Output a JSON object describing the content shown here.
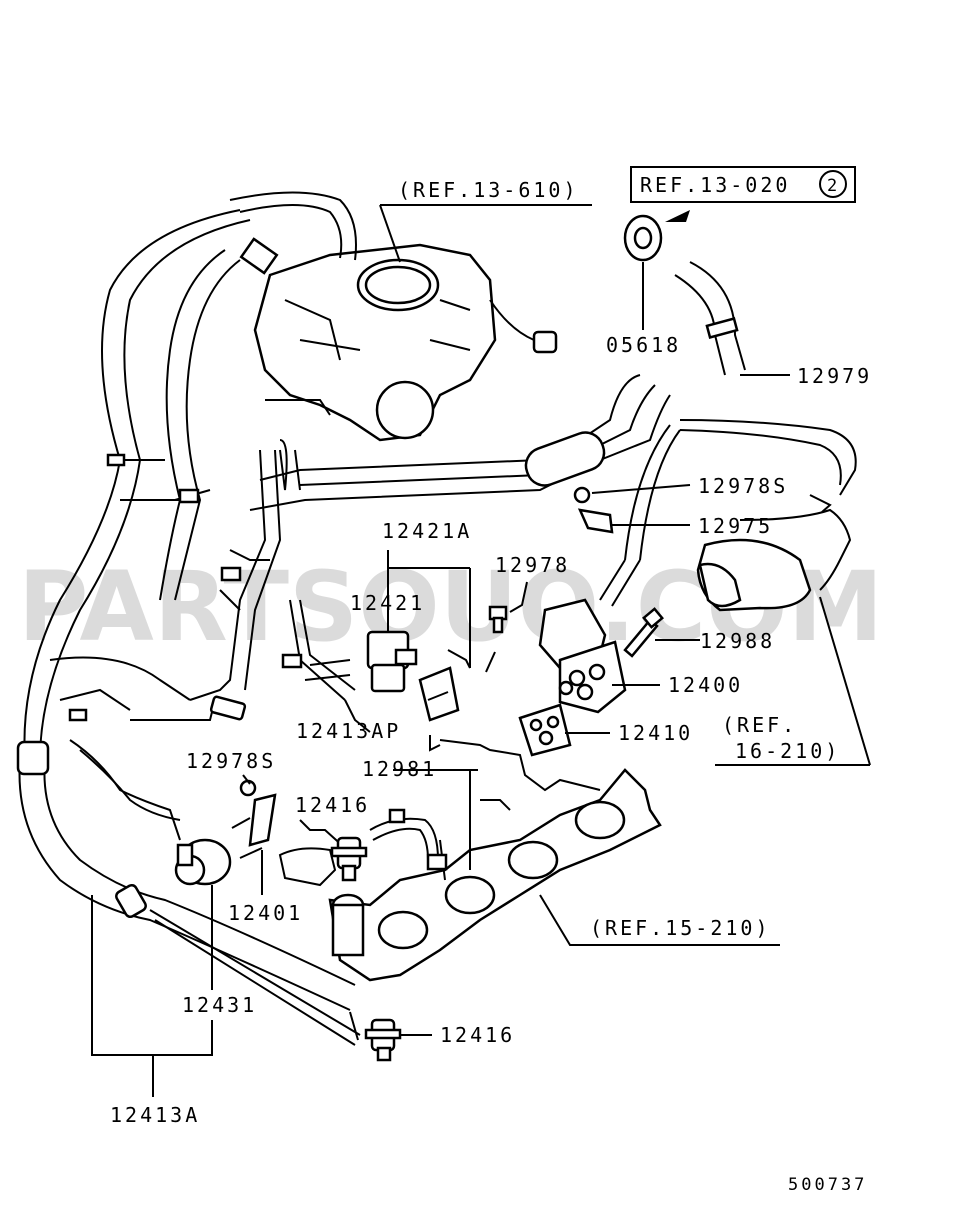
{
  "watermark": "PARTSOUQ.COM",
  "drawing_number": "500737",
  "references": {
    "carburetor": "(REF.13-610)",
    "air_cleaner": "REF.13-020",
    "air_cleaner_circle": "2",
    "canister_ref_line1": "(REF.",
    "canister_ref_line2": "16-210)",
    "manifold": "(REF.15-210)"
  },
  "parts": {
    "p05618": "05618",
    "p12979": "12979",
    "p12978S_top": "12978S",
    "p12975": "12975",
    "p12421A": "12421A",
    "p12978": "12978",
    "p12421": "12421",
    "p12988": "12988",
    "p12400": "12400",
    "p12413AP": "12413AP",
    "p12410": "12410",
    "p12978S_left": "12978S",
    "p12981": "12981",
    "p12416_upper": "12416",
    "p12401": "12401",
    "p12431": "12431",
    "p12416_lower": "12416",
    "p12413A": "12413A"
  }
}
